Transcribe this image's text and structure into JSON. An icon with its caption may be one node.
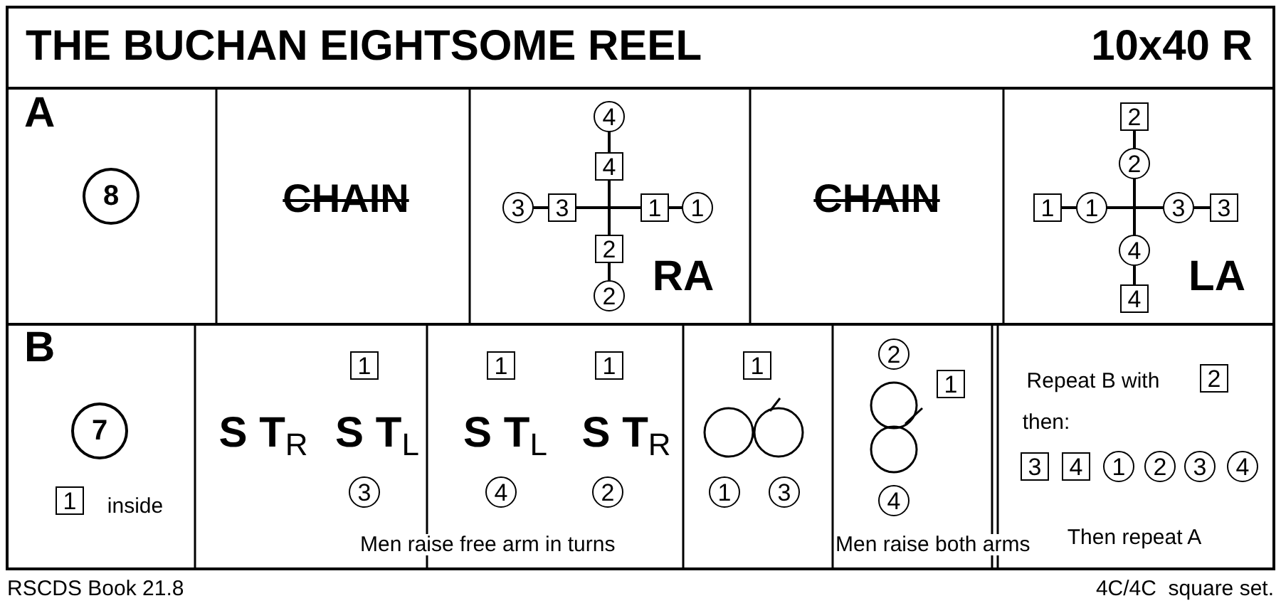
{
  "diagram": {
    "title": "THE BUCHAN EIGHTSOME REEL",
    "labels": [
      "10x40 R",
      "A",
      "8",
      "CHAIN",
      "4",
      "4",
      "3",
      "3",
      "1",
      "1",
      "2",
      "2",
      "RA",
      "CHAIN",
      "2",
      "2",
      "1",
      "1",
      "3",
      "3",
      "4",
      "4",
      "LA",
      "B",
      "7",
      "1",
      "inside",
      "1",
      "S T$_{R}$",
      "S T$_{L}$",
      "3",
      "1",
      "1",
      "S T$_{L}$",
      "S T$_{R}$",
      "4",
      "2",
      "Men raise free arm in turns",
      "1",
      "1",
      "3",
      "2",
      "1",
      "4",
      "Men raise both arms",
      "Repeat B with",
      "2",
      "then:",
      "3",
      "4",
      "1",
      "2",
      "3",
      "4",
      "Then repeat A",
      "RSCDS Book 21.8",
      "4C/4C  square set."
    ]
  }
}
